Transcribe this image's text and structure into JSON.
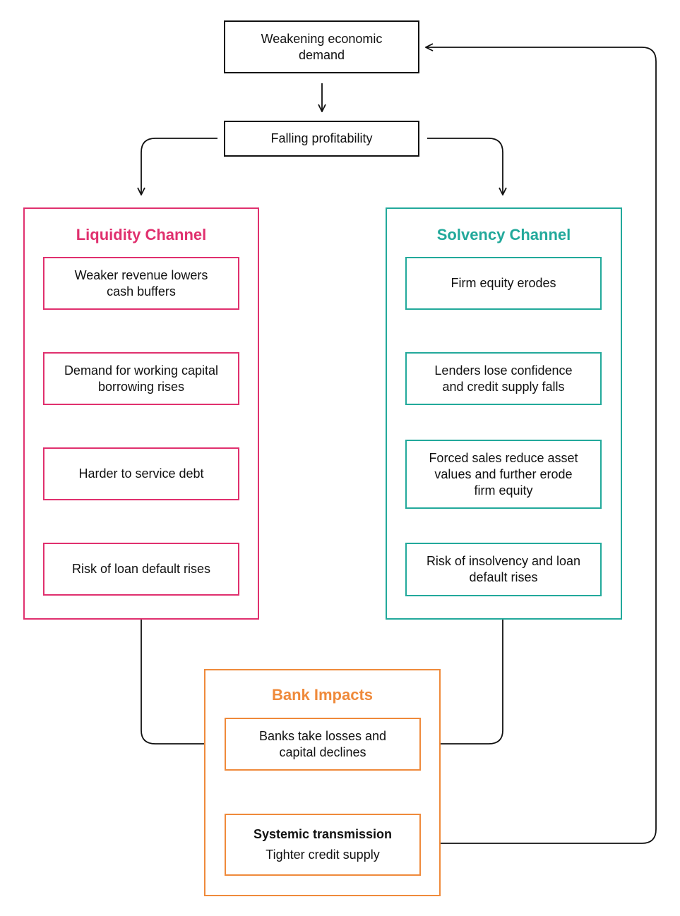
{
  "colors": {
    "liquidity": "#e0306e",
    "solvency": "#22a99b",
    "bank": "#ef8a3b",
    "line": "#111111"
  },
  "top": {
    "weakening": [
      "Weakening economic",
      "demand"
    ],
    "falling": "Falling profitability"
  },
  "liquidity": {
    "title": "Liquidity Channel",
    "steps": [
      [
        "Weaker revenue lowers",
        "cash buffers"
      ],
      [
        "Demand for working capital",
        "borrowing rises"
      ],
      [
        "Harder to service debt"
      ],
      [
        "Risk of loan default rises"
      ]
    ]
  },
  "solvency": {
    "title": "Solvency Channel",
    "steps": [
      [
        "Firm equity erodes"
      ],
      [
        "Lenders lose confidence",
        "and credit supply falls"
      ],
      [
        "Forced sales reduce asset",
        "values and further erode",
        "firm equity"
      ],
      [
        "Risk of insolvency and loan",
        "default rises"
      ]
    ]
  },
  "bank": {
    "title": "Bank Impacts",
    "losses": [
      "Banks take losses and",
      "capital declines"
    ],
    "systemic_title": "Systemic transmission",
    "systemic_sub": "Tighter credit supply"
  }
}
